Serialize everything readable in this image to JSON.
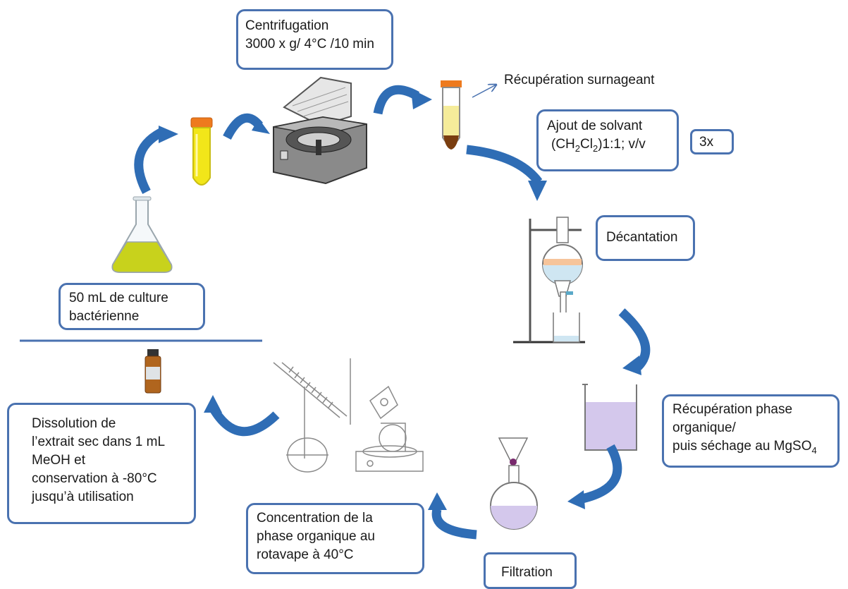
{
  "steps": {
    "culture": {
      "line1": "50 mL de culture",
      "line2": "bactérienne"
    },
    "centrifugation": {
      "title": "Centrifugation",
      "conditions": "3000  x g/ 4°C /10 min"
    },
    "supernatant": "Récupération surnageant",
    "solvent": {
      "line1": "Ajout de solvant",
      "formula_open": "(CH",
      "sub1": "2",
      "formula_mid": "Cl",
      "sub2": "2",
      "formula_close": ")1:1; v/v"
    },
    "repeat": "3x",
    "decantation": "Décantation",
    "organic": {
      "line1": " Récupération phase",
      "line2": "organique/",
      "line3_prefix": "puis séchage au MgSO",
      "line3_sub": "4"
    },
    "filtration": "Filtration",
    "concentration": {
      "line1": " Concentration de la",
      "line2": "phase organique au",
      "line3": "rotavape à 40°C"
    },
    "dissolution": {
      "line1": "Dissolution de",
      "line2": "l’extrait sec dans 1 mL",
      "line3": "MeOH et",
      "line4": "conservation à -80°C",
      "line5": "jusqu’à utilisation"
    }
  },
  "colors": {
    "box_border": "#4a72b0",
    "arrow": "#2f6db5",
    "culture_liquid": "#c8d21c",
    "tube_liquid": "#f2e619",
    "tube_cap": "#ee7a1e",
    "supernatant_liquid": "#f5ec9a",
    "pellet": "#7a3e10",
    "organic_phase": "#d4c8ec",
    "aqueous_top": "#f6c49a",
    "aqueous_bottom": "#cfe6f2",
    "vial": "#b0651e"
  }
}
